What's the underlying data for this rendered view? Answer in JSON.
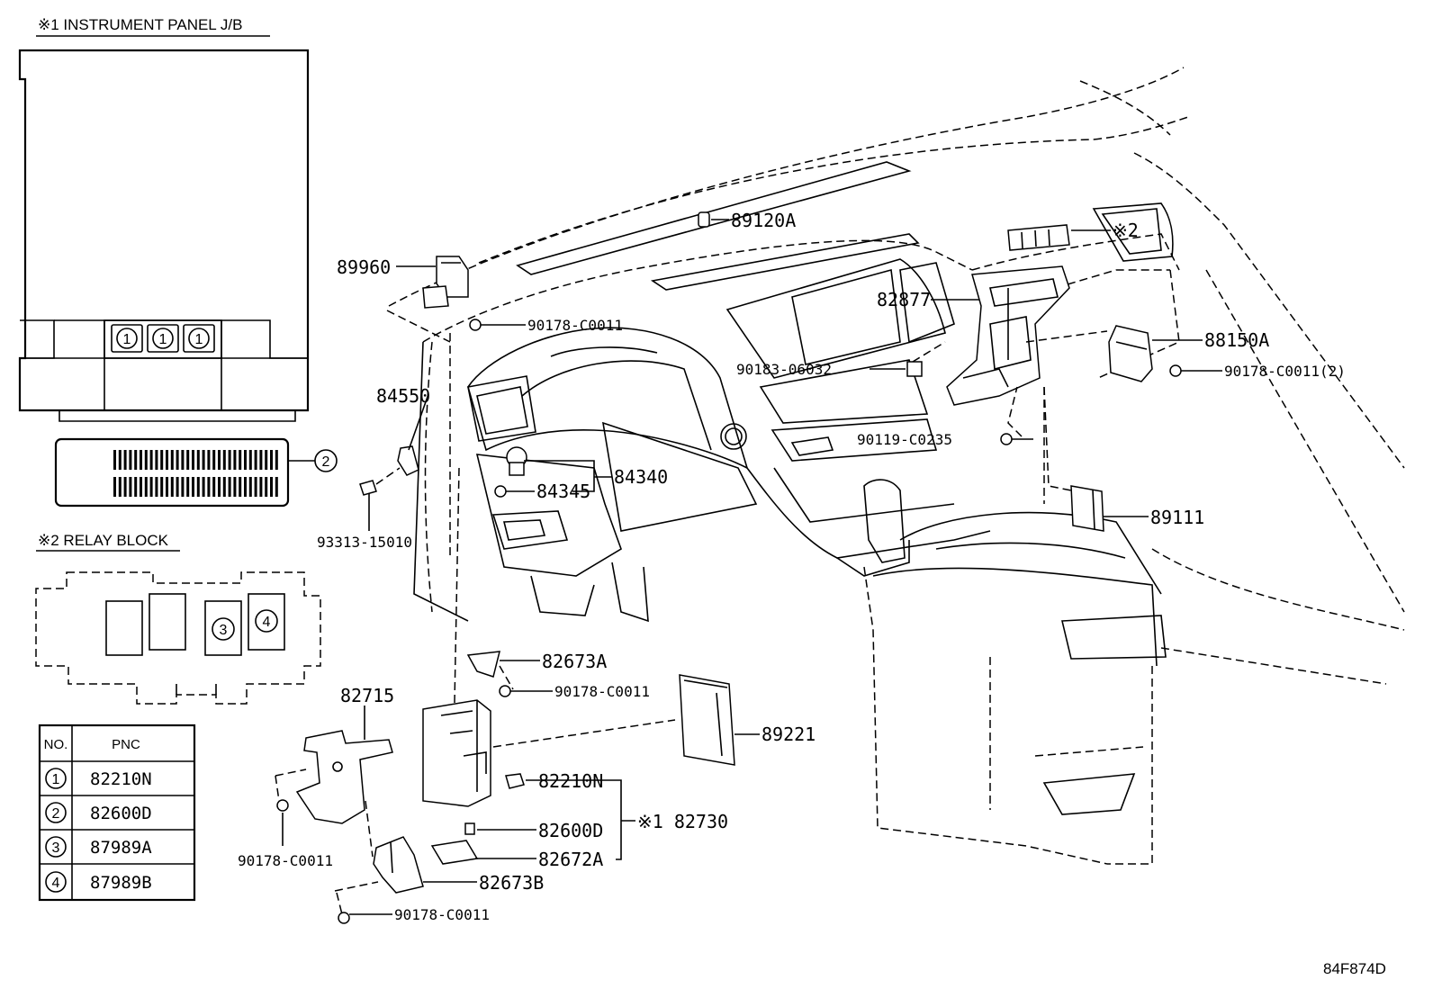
{
  "inset_labels": {
    "instrument_panel_jb": "※1 INSTRUMENT PANEL J/B",
    "relay_block": "※2 RELAY BLOCK"
  },
  "jb_fuse_markers": [
    "1",
    "1",
    "1"
  ],
  "jb_connector_marker": "2",
  "relay_markers": [
    "3",
    "4"
  ],
  "pnc_table": {
    "headers": [
      "NO.",
      "PNC"
    ],
    "rows": [
      {
        "no": "1",
        "pnc": "82210N"
      },
      {
        "no": "2",
        "pnc": "82600D"
      },
      {
        "no": "3",
        "pnc": "87989A"
      },
      {
        "no": "4",
        "pnc": "87989B"
      }
    ]
  },
  "callouts": {
    "p89960": "89960",
    "p89120A": "89120A",
    "p2": "※2",
    "p82877": "82877",
    "p88150A": "88150A",
    "p90178_top": "90178-C0011",
    "p90183": "90183-06032",
    "p90178_right": "90178-C0011(2)",
    "p84550": "84550",
    "p90119": "90119-C0235",
    "p84340": "84340",
    "p84345": "84345",
    "p93313": "93313-15010",
    "p89111": "89111",
    "p82673A": "82673A",
    "p90178_mid": "90178-C0011",
    "p82715": "82715",
    "p89221": "89221",
    "p82210N": "82210N",
    "p82730": "※1 82730",
    "p82600D": "82600D",
    "p82672A": "82672A",
    "p82673B": "82673B",
    "p90178_left": "90178-C0011",
    "p90178_bottom": "90178-C0011"
  },
  "figure_code": "84F874D"
}
